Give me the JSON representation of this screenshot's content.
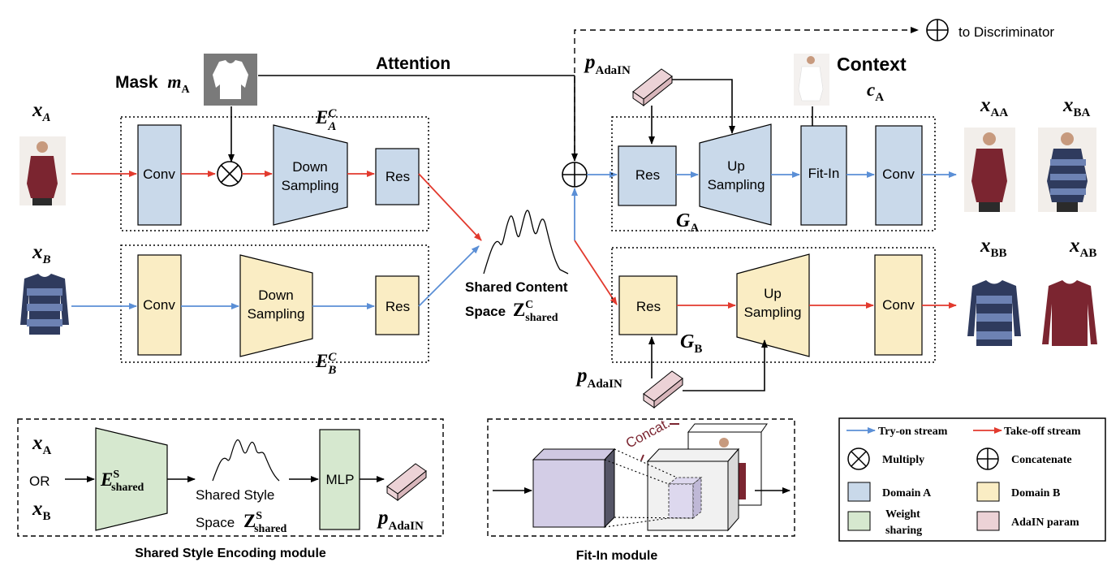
{
  "top": {
    "attention": "Attention",
    "to_discriminator": "to Discriminator",
    "context": "Context",
    "mask_label": "Mask",
    "mask_var": "m",
    "mask_sub": "A"
  },
  "encoder_a": {
    "name": "E",
    "sup": "C",
    "sub": "A",
    "conv": "Conv",
    "down_1": "Down",
    "down_2": "Sampling",
    "res": "Res"
  },
  "encoder_b": {
    "name": "E",
    "sup": "C",
    "sub": "B",
    "conv": "Conv",
    "down_1": "Down",
    "down_2": "Sampling",
    "res": "Res"
  },
  "inputs": {
    "xa": "x",
    "xa_sub": "A",
    "xb": "x",
    "xb_sub": "B"
  },
  "shared_content": {
    "line1": "Shared Content",
    "line2": "Space",
    "z": "Z",
    "z_sup": "C",
    "z_sub": "shared"
  },
  "generator_a": {
    "name": "G",
    "sub": "A",
    "res": "Res",
    "up_1": "Up",
    "up_2": "Sampling",
    "fit": "Fit-In",
    "conv": "Conv",
    "p": "p",
    "p_sub": "AdaIN",
    "ctx": "c",
    "ctx_sub": "A"
  },
  "generator_b": {
    "name": "G",
    "sub": "B",
    "res": "Res",
    "up_1": "Up",
    "up_2": "Sampling",
    "conv": "Conv",
    "p": "p",
    "p_sub": "AdaIN"
  },
  "outputs": {
    "aa": "x",
    "aa_sub": "AA",
    "ba": "x",
    "ba_sub": "BA",
    "bb": "x",
    "bb_sub": "BB",
    "ab": "x",
    "ab_sub": "AB"
  },
  "style_module": {
    "title": "Shared Style Encoding module",
    "xa": "x",
    "xa_sub": "A",
    "or": "OR",
    "xb": "x",
    "xb_sub": "B",
    "enc": "E",
    "enc_sup": "S",
    "enc_sub": "shared",
    "space_1": "Shared Style",
    "space_2": "Space",
    "z": "Z",
    "z_sup": "S",
    "z_sub": "shared",
    "mlp": "MLP",
    "p": "p",
    "p_sub": "AdaIN"
  },
  "fitin_module": {
    "title": "Fit-In module",
    "concat": "Concat."
  },
  "legend": {
    "try_on": "Try-on stream",
    "take_off": "Take-off stream",
    "multiply": "Multiply",
    "concatenate": "Concatenate",
    "domain_a": "Domain A",
    "domain_b": "Domain B",
    "weight_1": "Weight",
    "weight_2": "sharing",
    "adain": "AdaIN param"
  },
  "colors": {
    "domain_a": "#c9d9ea",
    "domain_b": "#faedc4",
    "weight_sharing": "#d6e8cf",
    "adain": "#ecd2d6",
    "try_on": "#5b8fd6",
    "take_off": "#e23a2e",
    "fitin_cube": "#d3cde6",
    "maroon": "#7b2530",
    "navy": "#2f3b5e"
  }
}
